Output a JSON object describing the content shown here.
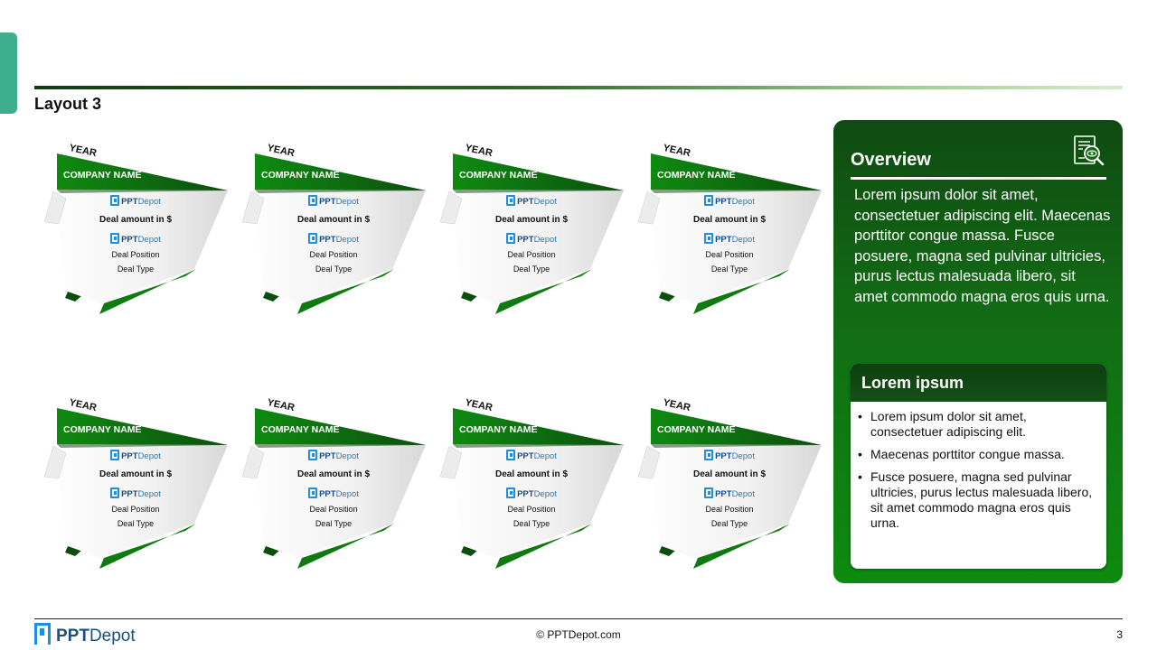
{
  "slide": {
    "title": "Layout 3",
    "page_number": "3",
    "copyright": "© PPTDepot.com"
  },
  "footer_logo": {
    "brand_bold": "PPT",
    "brand_rest": "Depot"
  },
  "cards": [
    {
      "year": "YEAR",
      "company": "COMPANY NAME",
      "logo_bold": "PPT",
      "logo_rest": "Depot",
      "amount": "Deal amount in $",
      "position": "Deal Position",
      "type": "Deal Type"
    },
    {
      "year": "YEAR",
      "company": "COMPANY NAME",
      "logo_bold": "PPT",
      "logo_rest": "Depot",
      "amount": "Deal amount in $",
      "position": "Deal Position",
      "type": "Deal Type"
    },
    {
      "year": "YEAR",
      "company": "COMPANY NAME",
      "logo_bold": "PPT",
      "logo_rest": "Depot",
      "amount": "Deal amount in $",
      "position": "Deal Position",
      "type": "Deal Type"
    },
    {
      "year": "YEAR",
      "company": "COMPANY NAME",
      "logo_bold": "PPT",
      "logo_rest": "Depot",
      "amount": "Deal amount in $",
      "position": "Deal Position",
      "type": "Deal Type"
    },
    {
      "year": "YEAR",
      "company": "COMPANY NAME",
      "logo_bold": "PPT",
      "logo_rest": "Depot",
      "amount": "Deal amount in $",
      "position": "Deal Position",
      "type": "Deal Type"
    },
    {
      "year": "YEAR",
      "company": "COMPANY NAME",
      "logo_bold": "PPT",
      "logo_rest": "Depot",
      "amount": "Deal amount in $",
      "position": "Deal Position",
      "type": "Deal Type"
    },
    {
      "year": "YEAR",
      "company": "COMPANY NAME",
      "logo_bold": "PPT",
      "logo_rest": "Depot",
      "amount": "Deal amount in $",
      "position": "Deal Position",
      "type": "Deal Type"
    },
    {
      "year": "YEAR",
      "company": "COMPANY NAME",
      "logo_bold": "PPT",
      "logo_rest": "Depot",
      "amount": "Deal amount in $",
      "position": "Deal Position",
      "type": "Deal Type"
    }
  ],
  "overview": {
    "title": "Overview",
    "icon": "document-search-icon",
    "body": "Lorem ipsum dolor sit amet, consectetuer adipiscing elit. Maecenas porttitor congue massa. Fusce posuere, magna sed pulvinar ultricies, purus lectus malesuada libero, sit amet commodo magna eros quis urna.",
    "box_title": "Lorem ipsum",
    "bullets": [
      "Lorem ipsum dolor sit amet, consectetuer adipiscing elit.",
      "Maecenas porttitor congue massa.",
      "Fusce posuere, magna sed pulvinar ultricies, purus lectus malesuada libero, sit amet commodo magna eros quis urna."
    ]
  },
  "colors": {
    "accent_green": "#1a7a1a",
    "dark_green": "#0f4a12",
    "teal_tab": "#3fae8e",
    "logo_blue": "#1e8fe0"
  }
}
